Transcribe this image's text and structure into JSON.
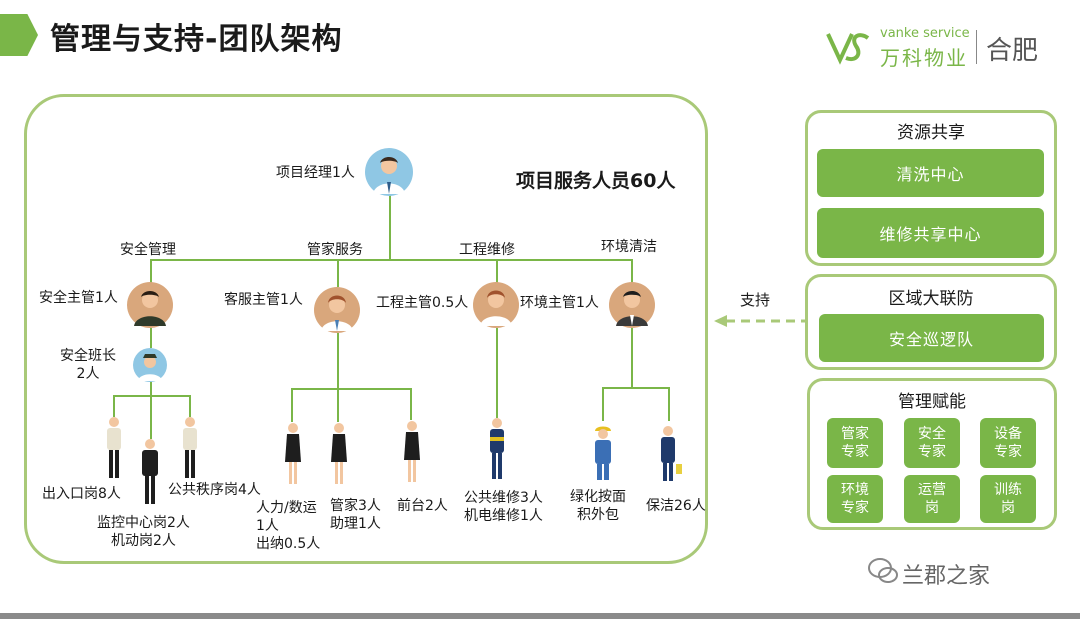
{
  "header": {
    "title": "管理与支持-团队架构",
    "logo_en": "vanke service",
    "logo_cn": "万科物业",
    "city": "合肥"
  },
  "org": {
    "total": "项目服务人员60人",
    "manager": "项目经理1人",
    "departments": [
      "安全管理",
      "管家服务",
      "工程维修",
      "环境清洁"
    ],
    "supervisors": [
      "安全主管1人",
      "客服主管1人",
      "工程主管0.5人",
      "环境主管1人"
    ],
    "security_leader": "安全班长\n2人",
    "security_posts": [
      "出入口岗8人",
      "监控中心岗2人\n机动岗2人",
      "公共秩序岗4人"
    ],
    "service_posts": [
      "人力/数运\n1人\n出纳0.5人",
      "管家3人\n助理1人",
      "前台2人"
    ],
    "engineering_posts": [
      "公共维修3人\n机电维修1人"
    ],
    "cleaning_posts": [
      "绿化按面\n积外包",
      "保洁26人"
    ]
  },
  "support_label": "支持",
  "resource_share": {
    "title": "资源共享",
    "items": [
      "清洗中心",
      "维修共享中心"
    ]
  },
  "regional_defense": {
    "title": "区域大联防",
    "items": [
      "安全巡逻队"
    ]
  },
  "empowerment": {
    "title": "管理赋能",
    "tiles": [
      "管家\n专家",
      "安全\n专家",
      "设备\n专家",
      "环境\n专家",
      "运营\n岗",
      "训练\n岗"
    ]
  },
  "watermark": "兰郡之家",
  "colors": {
    "accent": "#7ab648",
    "border": "#a9c978"
  }
}
